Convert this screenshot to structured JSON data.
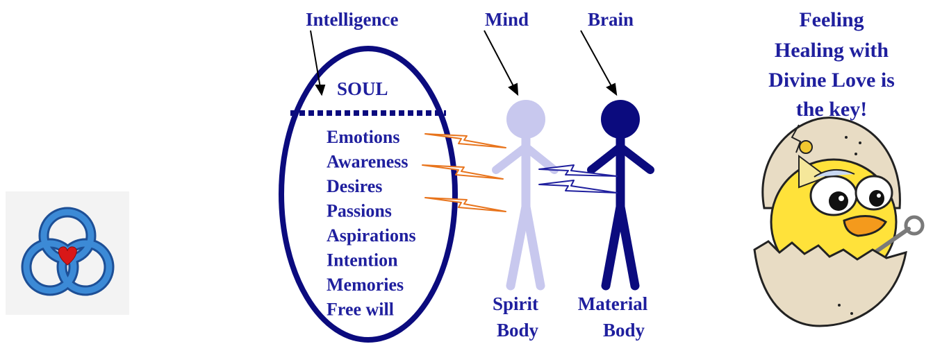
{
  "colors": {
    "navy": "#0b0b7e",
    "label": "#1f1f9e",
    "spirit": "#c8c8ee",
    "spark_orange": "#e8741c",
    "spark_blue": "#1f1f9e",
    "heart_red": "#d81818",
    "knot_blue": "#2f78c8"
  },
  "top_labels": {
    "intelligence": "Intelligence",
    "mind": "Mind",
    "brain": "Brain"
  },
  "soul": {
    "title": "SOUL",
    "items": [
      "Emotions",
      "Awareness",
      "Desires",
      "Passions",
      "Aspirations",
      "Intention",
      "Memories",
      "Free will"
    ]
  },
  "bodies": {
    "spirit": [
      "Spirit",
      "Body"
    ],
    "material": [
      "Material",
      "Body"
    ]
  },
  "message": [
    "Feeling",
    "Healing with",
    "Divine Love is",
    "the key!"
  ],
  "icons": {
    "left_logo": "trefoil-knot-heart-icon",
    "right_image": "hatching-chick-with-key-icon"
  }
}
